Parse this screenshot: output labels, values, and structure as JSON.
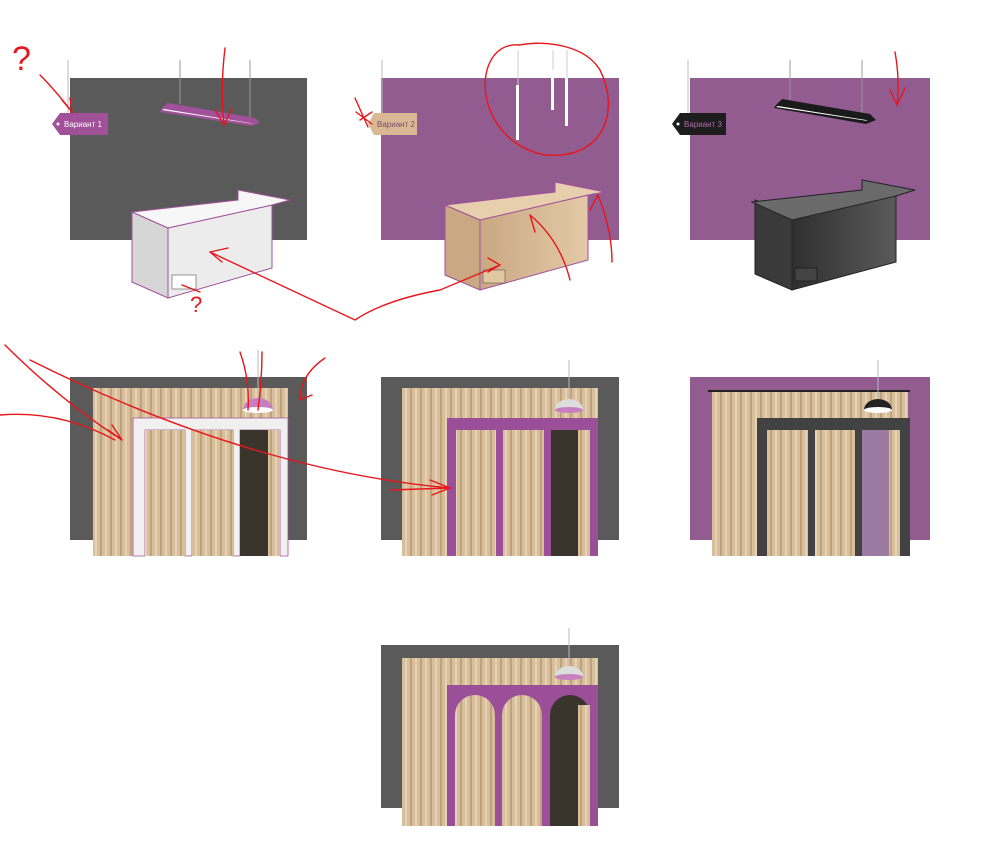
{
  "variants": [
    {
      "label": "Вариант 1",
      "tag_color": "#a0519a",
      "tag_text_color": "#ffffff",
      "wall_color": "#5a5a5a",
      "counter_color": "#eeeeee"
    },
    {
      "label": "Вариант 2",
      "tag_color": "#d9b995",
      "tag_text_color": "#7a4a6e",
      "wall_color": "#925c91",
      "counter_color": "#dcbd99"
    },
    {
      "label": "Вариант 3",
      "tag_color": "#1d1d1d",
      "tag_text_color": "#b06aad",
      "wall_color": "#925c91",
      "counter_color": "#4a4a4a"
    }
  ],
  "colors": {
    "gray_wall": "#5a5a5a",
    "purple_wall": "#925c91",
    "purple_frame": "#9a4f98",
    "curtain": "#d8bf9c",
    "annotation": "#e8161b"
  },
  "annotations": {
    "question_mark_1": "?",
    "question_mark_2": "?"
  }
}
